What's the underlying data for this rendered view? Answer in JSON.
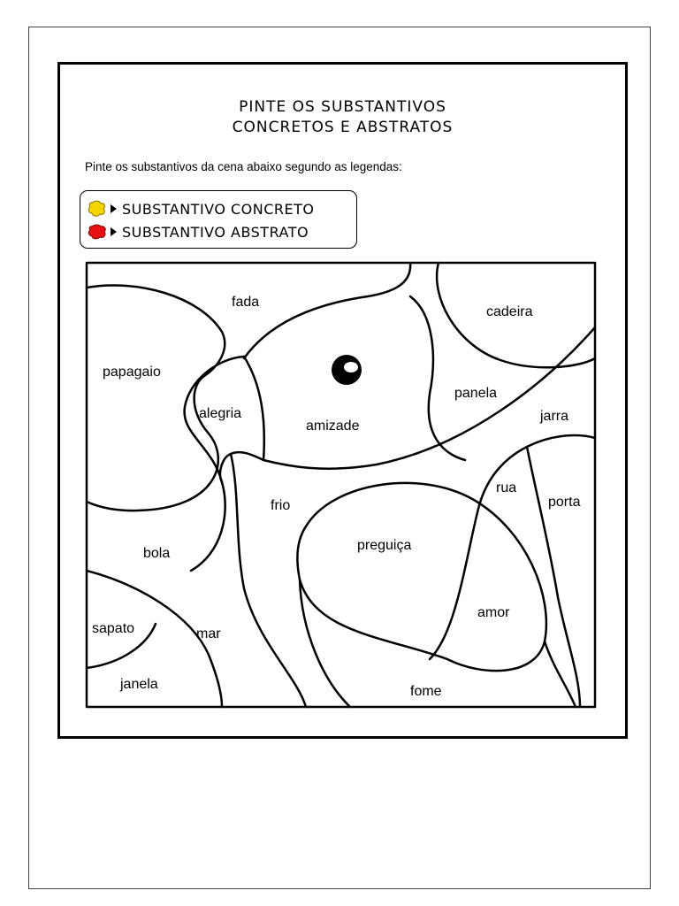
{
  "title_line1": "PINTE OS SUBSTANTIVOS",
  "title_line2": "CONCRETOS E ABSTRATOS",
  "instruction": "Pinte os substantivos da cena abaixo segundo as legendas:",
  "legend": {
    "concrete": {
      "label": "SUBSTANTIVO CONCRETO",
      "color": "#f5d400",
      "icon": "yellow-blob-icon"
    },
    "abstract": {
      "label": "SUBSTANTIVO ABSTRATO",
      "color": "#e81010",
      "icon": "red-blob-icon"
    }
  },
  "words": {
    "fada": "fada",
    "cadeira": "cadeira",
    "papagaio": "papagaio",
    "panela": "panela",
    "alegria": "alegria",
    "jarra": "jarra",
    "amizade": "amizade",
    "rua": "rua",
    "porta": "porta",
    "frio": "frio",
    "preguica": "preguiça",
    "bola": "bola",
    "amor": "amor",
    "sapato": "sapato",
    "mar": "mar",
    "fome": "fome",
    "janela": "janela"
  }
}
